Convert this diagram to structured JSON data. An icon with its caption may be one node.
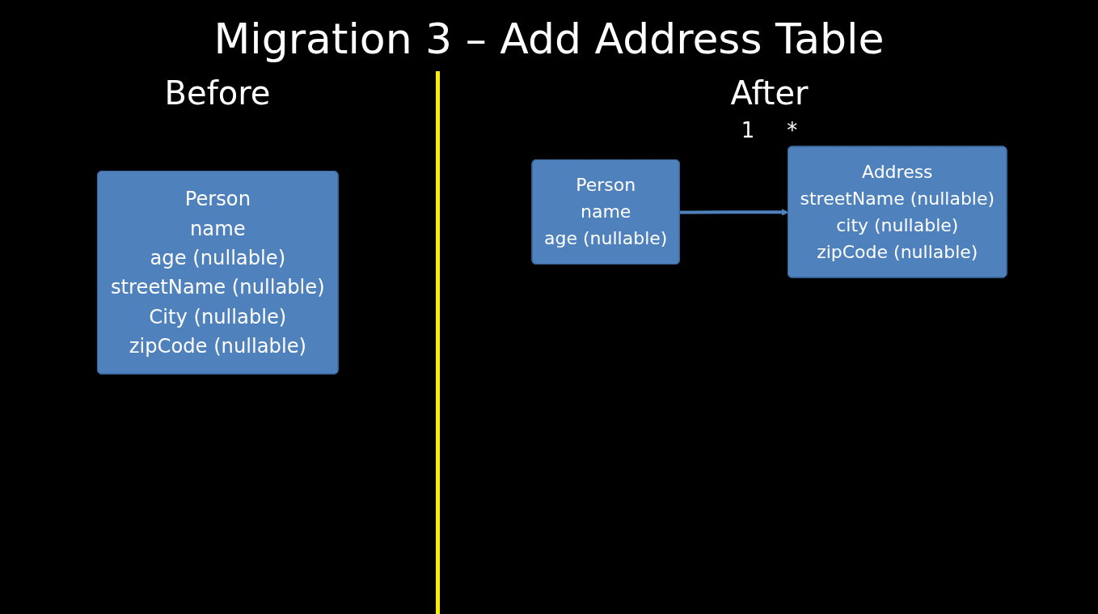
{
  "diagram": {
    "title": "Migration 3 – Add Address Table",
    "nodes": [
      {
        "text": [
          "Person",
          "name",
          "age (nullable)",
          "streetName (nullable)",
          "City (nullable)",
          "zipCode (nullable)"
        ]
      },
      {
        "text": [
          "Person",
          "name",
          "age (nullable)"
        ]
      },
      {
        "text": [
          "Address",
          "streetName (nullable)",
          "city (nullable)",
          "zipCode (nullable)"
        ]
      }
    ],
    "edges": [
      {
        "from": 1,
        "to": 2,
        "arrow": "to"
      }
    ],
    "labels": [
      "Before",
      "After",
      "1",
      "*"
    ]
  }
}
